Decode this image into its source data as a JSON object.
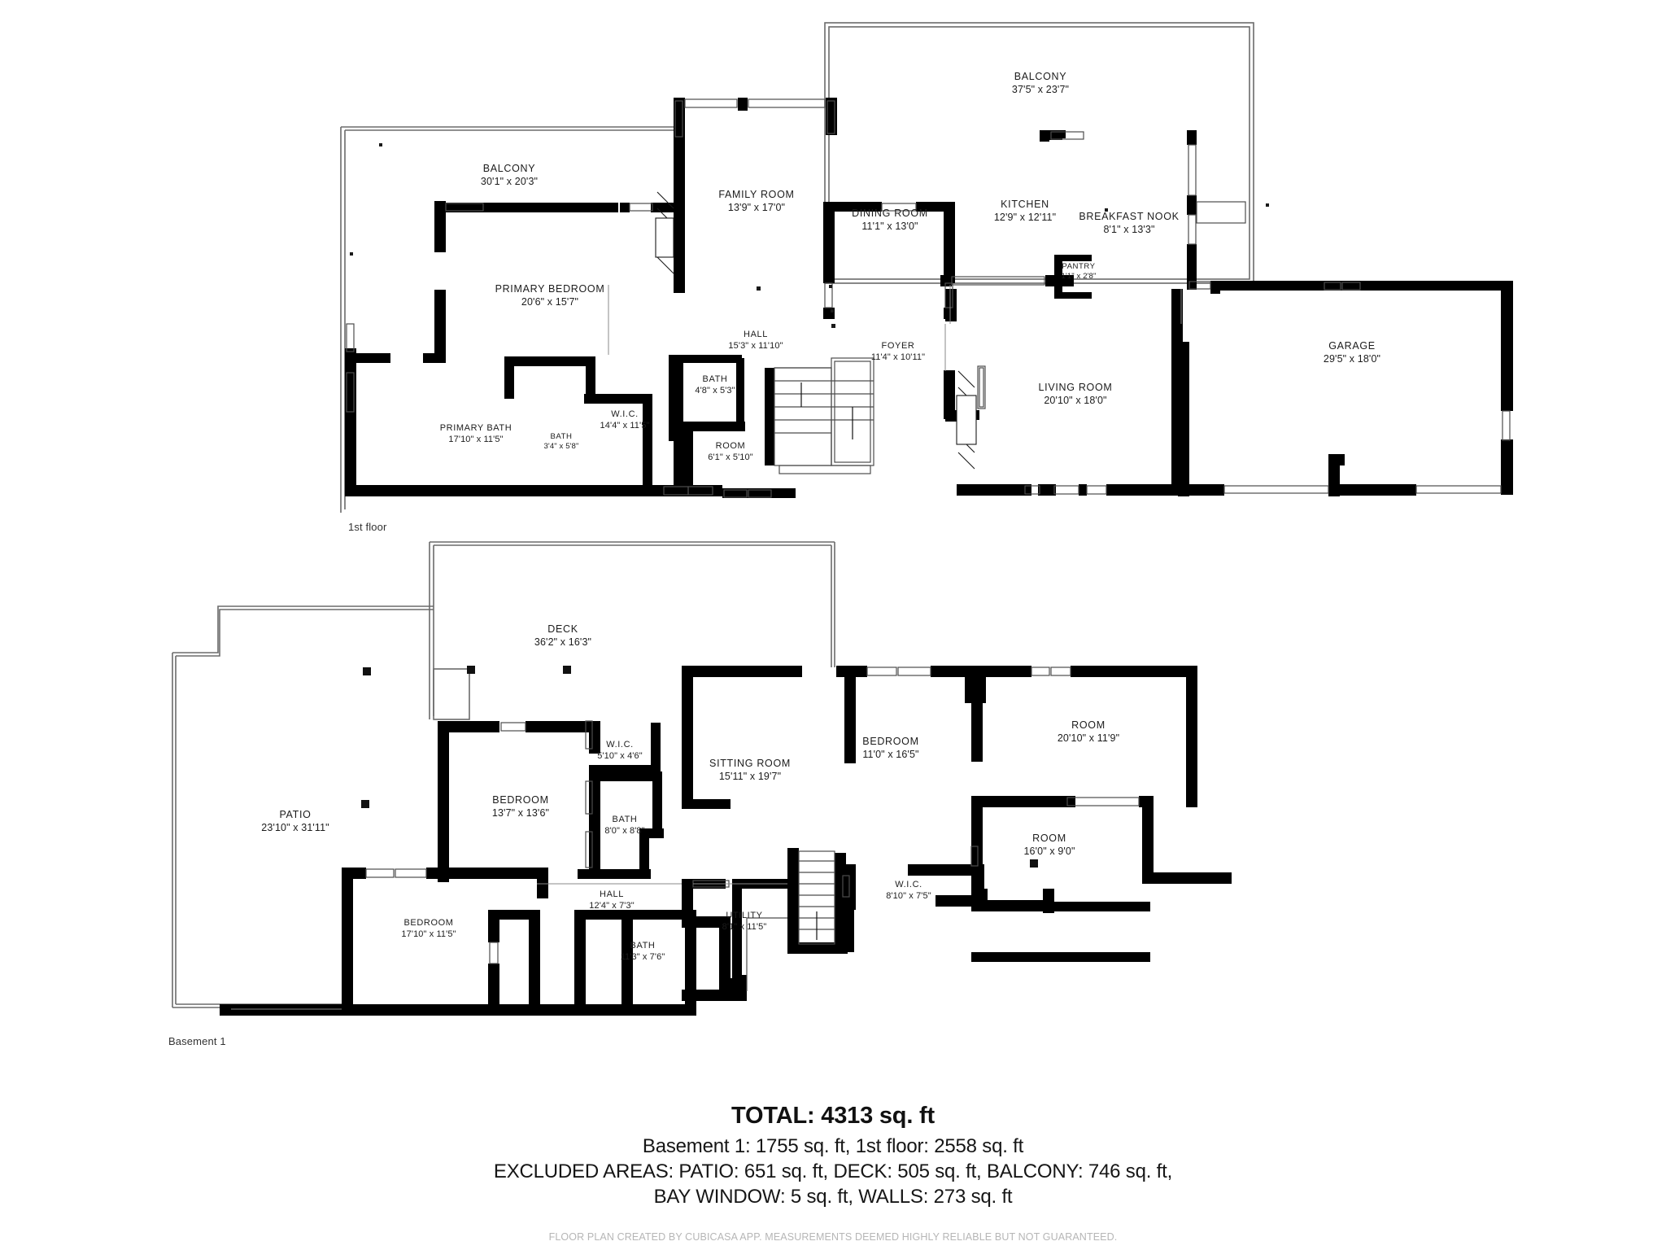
{
  "document": {
    "type": "real-estate-floor-plan",
    "floors": [
      {
        "caption": "1st floor",
        "rooms": [
          {
            "name": "BALCONY",
            "dim": "37'5\" x 23'7\""
          },
          {
            "name": "BALCONY",
            "dim": "30'1\" x 20'3\""
          },
          {
            "name": "FAMILY ROOM",
            "dim": "13'9\" x 17'0\""
          },
          {
            "name": "DINING ROOM",
            "dim": "11'1\" x 13'0\""
          },
          {
            "name": "KITCHEN",
            "dim": "12'9\" x 12'11\""
          },
          {
            "name": "BREAKFAST NOOK",
            "dim": "8'1\" x 13'3\""
          },
          {
            "name": "PANTRY",
            "dim": "1'1\" x 2'8\""
          },
          {
            "name": "PRIMARY BEDROOM",
            "dim": "20'6\" x 15'7\""
          },
          {
            "name": "HALL",
            "dim": "15'3\" x 11'10\""
          },
          {
            "name": "FOYER",
            "dim": "11'4\" x 10'11\""
          },
          {
            "name": "LIVING ROOM",
            "dim": "20'10\" x 18'0\""
          },
          {
            "name": "GARAGE",
            "dim": "29'5\" x 18'0\""
          },
          {
            "name": "BATH",
            "dim": "4'8\" x 5'3\""
          },
          {
            "name": "PRIMARY BATH",
            "dim": "17'10\" x 11'5\""
          },
          {
            "name": "W.I.C.",
            "dim": "14'4\" x 11'5\""
          },
          {
            "name": "BATH",
            "dim": "3'4\" x 5'8\""
          },
          {
            "name": "ROOM",
            "dim": "6'1\" x 5'10\""
          }
        ]
      },
      {
        "caption": "Basement 1",
        "rooms": [
          {
            "name": "DECK",
            "dim": "36'2\" x 16'3\""
          },
          {
            "name": "PATIO",
            "dim": "23'10\" x 31'11\""
          },
          {
            "name": "W.I.C.",
            "dim": "5'10\" x 4'6\""
          },
          {
            "name": "SITTING ROOM",
            "dim": "15'11\" x 19'7\""
          },
          {
            "name": "BEDROOM",
            "dim": "11'0\" x 16'5\""
          },
          {
            "name": "ROOM",
            "dim": "20'10\" x 11'9\""
          },
          {
            "name": "BEDROOM",
            "dim": "13'7\" x 13'6\""
          },
          {
            "name": "BATH",
            "dim": "8'0\" x 8'8\""
          },
          {
            "name": "ROOM",
            "dim": "16'0\" x 9'0\""
          },
          {
            "name": "W.I.C.",
            "dim": "8'10\" x 7'5\""
          },
          {
            "name": "HALL",
            "dim": "12'4\" x 7'3\""
          },
          {
            "name": "BEDROOM",
            "dim": "17'10\" x 11'5\""
          },
          {
            "name": "UTILITY",
            "dim": "8'1\" x 11'5\""
          },
          {
            "name": "BATH",
            "dim": "11'3\" x 7'6\""
          }
        ]
      }
    ],
    "summary": {
      "total": "TOTAL: 4313 sq. ft",
      "line_floors": "Basement 1: 1755 sq. ft, 1st floor: 2558 sq. ft",
      "line_excluded_1": "EXCLUDED AREAS: PATIO: 651 sq. ft, DECK: 505 sq. ft, BALCONY: 746 sq. ft,",
      "line_excluded_2": "BAY WINDOW: 5 sq. ft, WALLS: 273 sq. ft",
      "disclaimer": "FLOOR PLAN CREATED BY CUBICASA APP. MEASUREMENTS DEEMED HIGHLY RELIABLE BUT NOT GUARANTEED."
    },
    "colors": {
      "wall": "#000000",
      "thin_line": "#555555",
      "background": "#ffffff",
      "disclaimer": "#b6b6b6"
    }
  }
}
